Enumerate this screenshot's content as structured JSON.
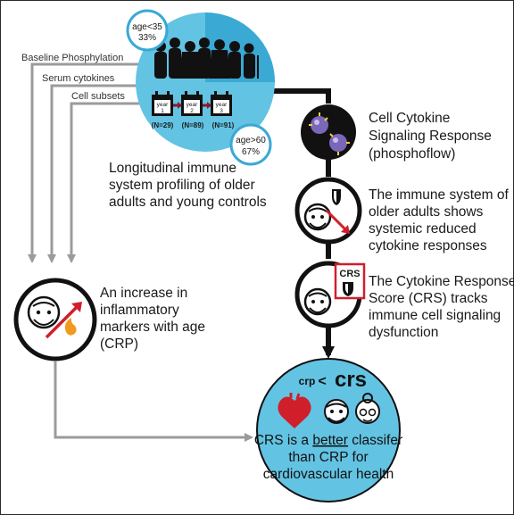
{
  "inputs": {
    "baseline_phosphorylation": "Baseline Phosphylation",
    "serum_cytokines": "Serum cytokines",
    "cell_subsets": "Cell subsets"
  },
  "cohort": {
    "age_young": "age<35",
    "pct_young": "33%",
    "age_old": "age>60",
    "pct_old": "67%",
    "year_label": "year",
    "years": [
      {
        "num": "1",
        "n": "(N=29)"
      },
      {
        "num": "2",
        "n": "(N=89)"
      },
      {
        "num": "3",
        "n": "(N=91)"
      }
    ],
    "description": [
      "Longitudinal immune",
      "system profiling of older",
      "adults and young controls"
    ]
  },
  "steps": {
    "phosphoflow": [
      "Cell Cytokine",
      "Signaling Response",
      "(phosphoflow)"
    ],
    "reduced": [
      "The immune system of",
      "older adults shows",
      "systemic reduced",
      "cytokine responses"
    ],
    "crs_badge": "CRS",
    "crs_score": [
      "The Cytokine Response",
      "Score (CRS) tracks",
      "immune cell signaling",
      "dysfunction"
    ]
  },
  "crp_box": [
    "An increase in",
    "inflammatory",
    "markers with age",
    "(CRP)"
  ],
  "result": {
    "crp": "crp",
    "lt": "<",
    "crs": "crs",
    "line1_pre": "CRS is a ",
    "line1_underline": "better",
    "line1_post": " classifer",
    "line2": "than CRP for",
    "line3": "cardiovascular health"
  },
  "colors": {
    "light_blue": "#63c3e3",
    "dark_blue": "#3aa9d4",
    "black": "#111111",
    "grey_arrow": "#9b9b9b",
    "red": "#d01f2a",
    "orange": "#f29a1f",
    "dark_red_arrow": "#8b1a2c"
  }
}
